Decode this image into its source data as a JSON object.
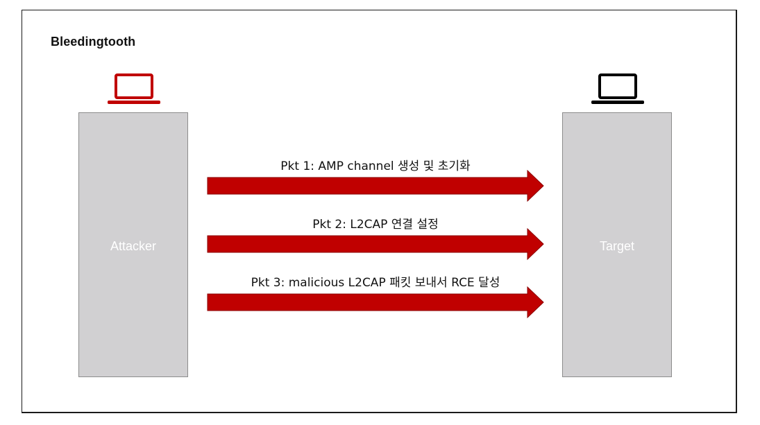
{
  "diagram": {
    "title": "Bleedingtooth",
    "attacker": {
      "label": "Attacker",
      "icon": "laptop-icon",
      "icon_color": "#c00000"
    },
    "target": {
      "label": "Target",
      "icon": "laptop-icon",
      "icon_color": "#000000"
    },
    "arrow_color": "#c00000",
    "box_color": "#d1d0d2",
    "packets": [
      {
        "label": "Pkt 1: AMP channel 생성 및 초기화"
      },
      {
        "label": "Pkt 2: L2CAP 연결 설정"
      },
      {
        "label": "Pkt 3: malicious L2CAP 패킷 보내서 RCE 달성"
      }
    ]
  }
}
